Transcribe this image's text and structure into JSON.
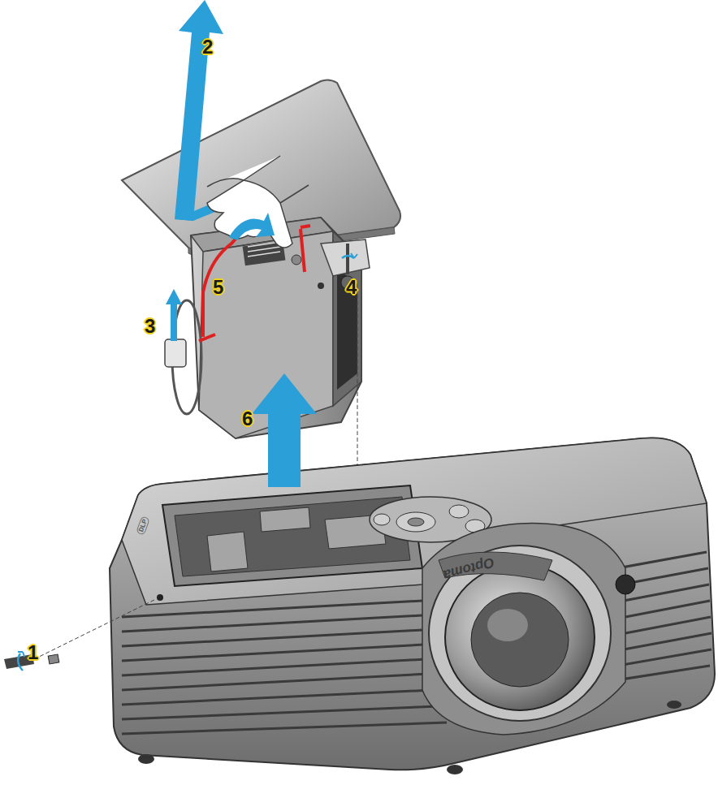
{
  "diagram": {
    "labels": [
      "2",
      "3",
      "5",
      "4",
      "6",
      "1",
      "Optoma",
      "DLP"
    ]
  }
}
